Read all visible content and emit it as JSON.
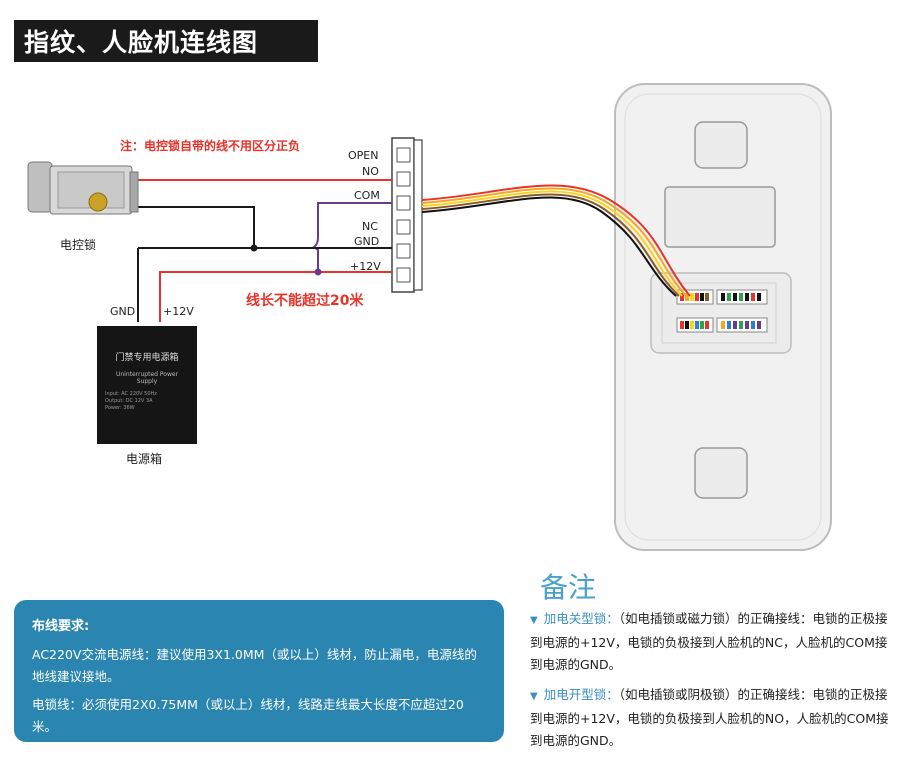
{
  "title": "指纹、人脸机连线图",
  "note": "注：电控锁自带的线不用区分正负",
  "lock_label": "电控锁",
  "terminals": [
    "OPEN",
    "NO",
    "COM",
    "NC",
    "GND",
    "+12V"
  ],
  "psu": {
    "gnd": "GND",
    "v12": "+12V",
    "label": "电源箱",
    "line1": "门禁专用电源箱",
    "line2": "Uninterrupted Power Supply",
    "spec1": "Input: AC 220V 50Hz",
    "spec2": "Output: DC 12V 3A",
    "spec3": "Power: 36W"
  },
  "length_note": "线长不能超过20米",
  "requirements": {
    "title": "布线要求:",
    "line1": "AC220V交流电源线：建议使用3X1.0MM（或以上）线材，防止漏电，电源线的地线建议接地。",
    "line2": "电锁线：必须使用2X0.75MM（或以上）线材，线路走线最大长度不应超过20米。"
  },
  "remarks": {
    "title": "备注",
    "item1_key": "加电关型锁：",
    "item1_text": "（如电插锁或磁力锁）的正确接线：电锁的正极接到电源的+12V，电锁的负极接到人脸机的NC，人脸机的COM接到电源的GND。",
    "item2_key": "加电开型锁：",
    "item2_text": "（如电插锁或阴极锁）的正确接线：电锁的正极接到电源的+12V，电锁的负极接到人脸机的NO，人脸机的COM接到电源的GND。"
  },
  "colors": {
    "red_wire": "#e8332a",
    "purple_wire": "#6a3a8c",
    "black_wire": "#1a1a1a",
    "accent_blue": "#2a86b0"
  }
}
